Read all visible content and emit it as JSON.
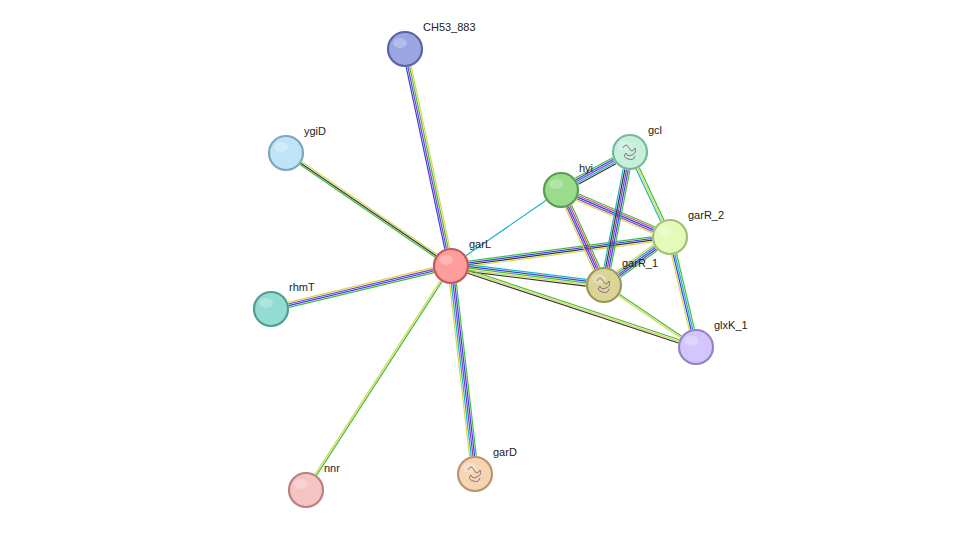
{
  "diagram": {
    "nodes": [
      {
        "text": [
          "CH53_883"
        ]
      },
      {
        "text": [
          "gcl"
        ]
      },
      {
        "text": [
          "ygiD"
        ]
      },
      {
        "text": [
          "hyi"
        ]
      },
      {
        "text": [
          "garR_2"
        ]
      },
      {
        "text": [
          "garL"
        ]
      },
      {
        "text": [
          "garR_1"
        ]
      },
      {
        "text": [
          "rhmT"
        ]
      },
      {
        "text": [
          "glxK_1"
        ]
      },
      {
        "text": [
          "garD"
        ]
      },
      {
        "text": [
          "nnr"
        ]
      }
    ],
    "edges": [
      {
        "from": 5,
        "to": 0,
        "arrow": "none"
      },
      {
        "from": 5,
        "to": 2,
        "arrow": "none"
      },
      {
        "from": 5,
        "to": 7,
        "arrow": "none"
      },
      {
        "from": 5,
        "to": 10,
        "arrow": "none"
      },
      {
        "from": 5,
        "to": 9,
        "arrow": "none"
      },
      {
        "from": 5,
        "to": 3,
        "arrow": "none"
      },
      {
        "from": 5,
        "to": 4,
        "arrow": "none"
      },
      {
        "from": 5,
        "to": 6,
        "arrow": "none"
      },
      {
        "from": 5,
        "to": 8,
        "arrow": "none"
      },
      {
        "from": 3,
        "to": 1,
        "arrow": "none"
      },
      {
        "from": 3,
        "to": 4,
        "arrow": "none"
      },
      {
        "from": 3,
        "to": 6,
        "arrow": "none"
      },
      {
        "from": 1,
        "to": 4,
        "arrow": "none"
      },
      {
        "from": 1,
        "to": 6,
        "arrow": "none"
      },
      {
        "from": 4,
        "to": 6,
        "arrow": "none"
      },
      {
        "from": 4,
        "to": 8,
        "arrow": "none"
      },
      {
        "from": 6,
        "to": 8,
        "arrow": "none"
      }
    ]
  }
}
